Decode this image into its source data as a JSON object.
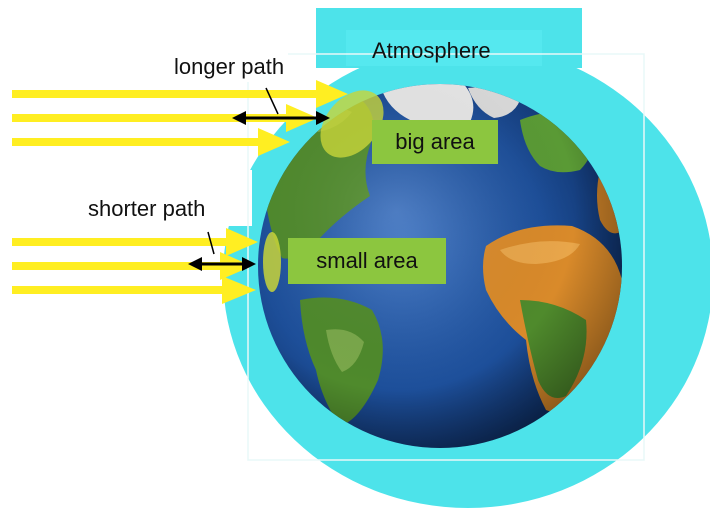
{
  "labels": {
    "atmosphere": "Atmosphere",
    "longer_path": "longer path",
    "shorter_path": "shorter path",
    "big_area": "big area",
    "small_area": "small area"
  },
  "colors": {
    "atmosphere": "#4de3ea",
    "sun_rays": "#ffee22",
    "area_box": "#8cc63f",
    "ocean": "#1d4f9a",
    "land": "#4f8a2c",
    "desert": "#d98a2a",
    "ice": "#e6e6e6",
    "arrow": "#000000"
  },
  "icons": {
    "earth": "earth-globe-icon",
    "ray": "sun-ray-arrow-icon",
    "measure": "double-headed-arrow-icon"
  }
}
